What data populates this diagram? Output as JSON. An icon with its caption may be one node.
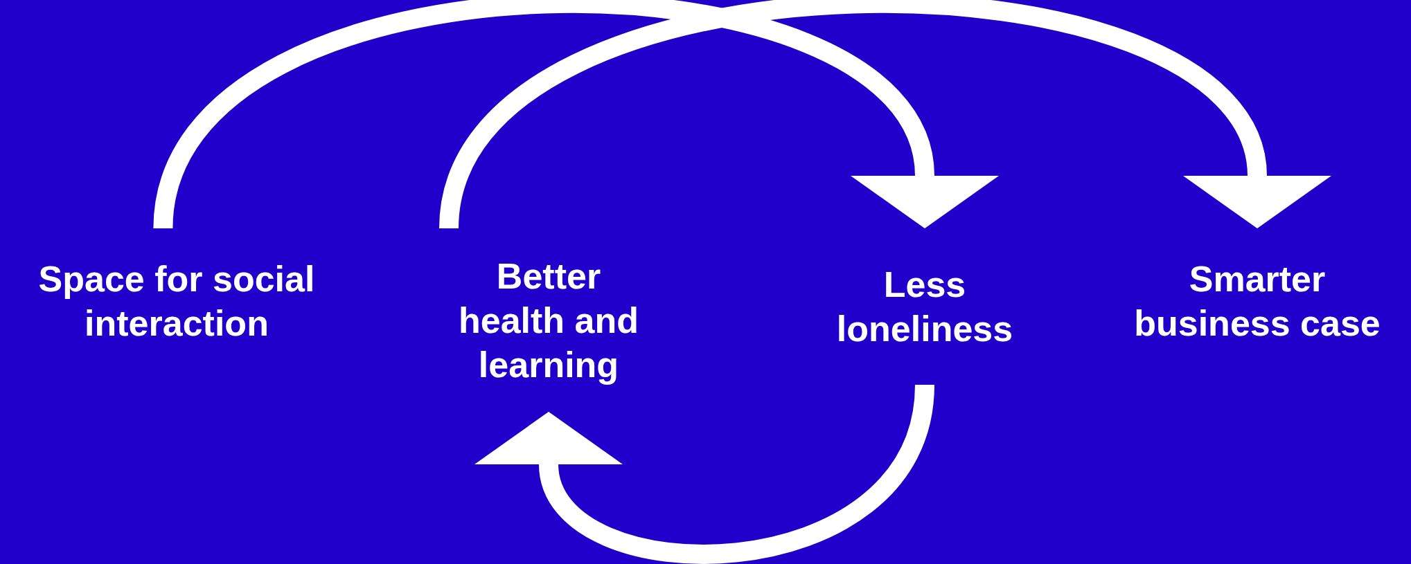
{
  "diagram": {
    "nodes": [
      {
        "text": [
          "Space for social interaction"
        ]
      },
      {
        "text": [
          "Better health and learning"
        ]
      },
      {
        "text": [
          "Less loneliness"
        ]
      },
      {
        "text": [
          "Smarter business case"
        ]
      }
    ],
    "edges": [
      {
        "from": 0,
        "to": 2,
        "arrow": "to"
      },
      {
        "from": 1,
        "to": 3,
        "arrow": "to"
      },
      {
        "from": 2,
        "to": 1,
        "arrow": "to"
      }
    ]
  }
}
